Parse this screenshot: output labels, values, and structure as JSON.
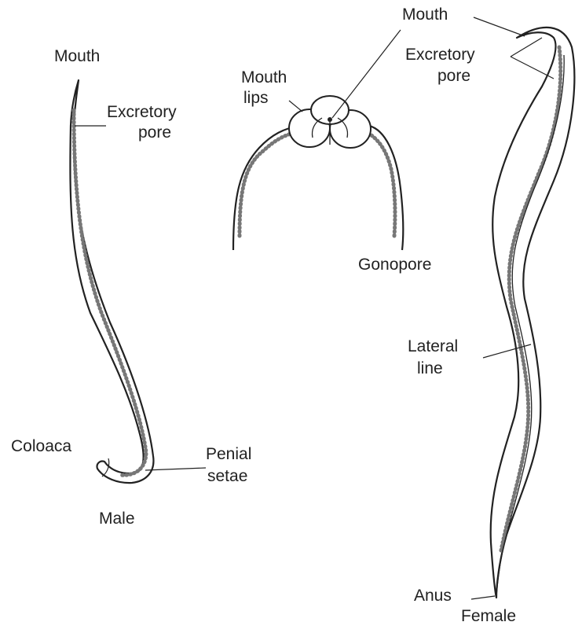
{
  "labels": {
    "male": {
      "mouth": "Mouth",
      "excretory_pore_line1": "Excretory",
      "excretory_pore_line2": "pore",
      "cloaca": "Coloaca",
      "penial_setae_line1": "Penial",
      "penial_setae_line2": "setae",
      "title": "Male"
    },
    "head": {
      "mouth_line1": "Mouth",
      "mouth_line2": "lips",
      "gonopore": "Gonopore"
    },
    "female": {
      "mouth": "Mouth",
      "excretory_pore_line1": "Excretory",
      "excretory_pore_line2": "pore",
      "lateral_line_line1": "Lateral",
      "lateral_line_line2": "line",
      "anus": "Anus",
      "title": "Female"
    }
  }
}
